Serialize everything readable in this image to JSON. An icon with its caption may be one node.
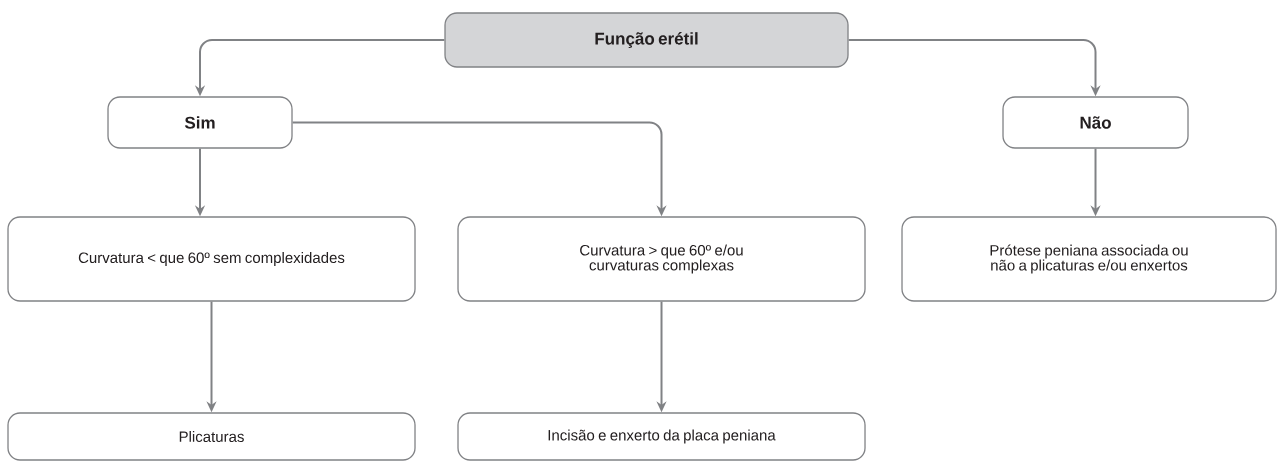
{
  "diagram": {
    "nodes": [
      {
        "text": [
          "Função erétil"
        ]
      },
      {
        "text": [
          "Sim"
        ]
      },
      {
        "text": [
          "Não"
        ]
      },
      {
        "text": [
          "Curvatura < que 60º sem complexidades"
        ]
      },
      {
        "text": [
          "Curvatura > que 60º e/ou curvaturas complexas"
        ]
      },
      {
        "text": [
          "Prótese peniana associada ou não a plicaturas e/ou enxertos"
        ]
      },
      {
        "text": [
          "Plicaturas"
        ]
      },
      {
        "text": [
          "Incisão e enxerto da placa peniana"
        ]
      }
    ],
    "edges": [
      {
        "from": 0,
        "to": 1,
        "arrow": "to"
      },
      {
        "from": 0,
        "to": 2,
        "arrow": "to"
      },
      {
        "from": 1,
        "to": 3,
        "arrow": "to"
      },
      {
        "from": 1,
        "to": 4,
        "arrow": "to"
      },
      {
        "from": 2,
        "to": 5,
        "arrow": "to"
      },
      {
        "from": 3,
        "to": 6,
        "arrow": "to"
      },
      {
        "from": 4,
        "to": 7,
        "arrow": "to"
      }
    ]
  }
}
